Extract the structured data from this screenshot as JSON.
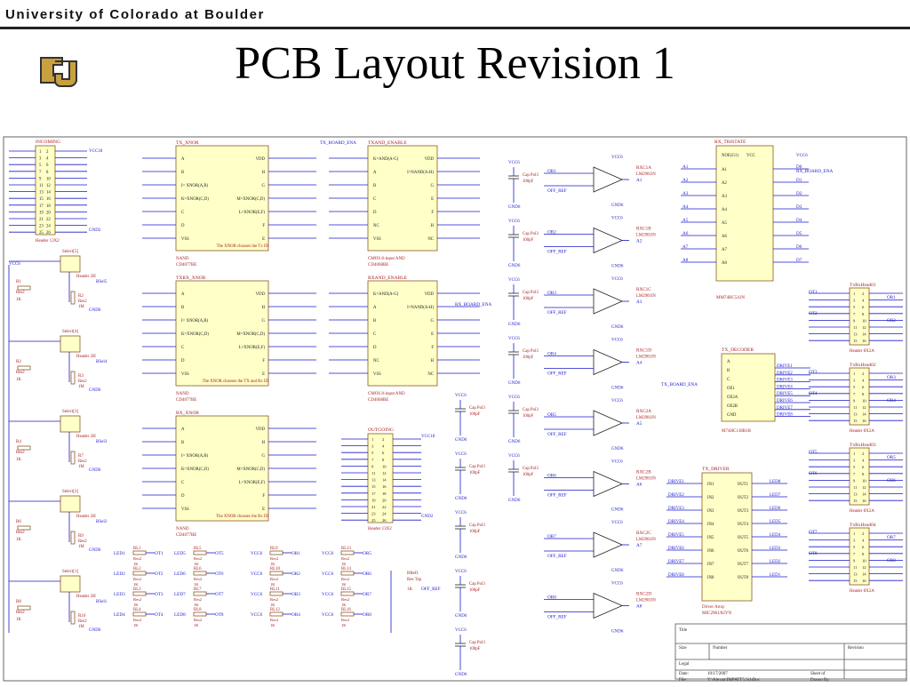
{
  "header": {
    "university": "University of Colorado at Boulder",
    "title": "PCB Layout Revision 1"
  },
  "colors": {
    "wire": "#1a1acc",
    "pin": "#222222",
    "text_red": "#aa2222",
    "part_fill": "#ffffc8",
    "logo_gold": "#c8a040"
  },
  "icons": {
    "logo": "cu-logo-icon"
  },
  "schematic": {
    "incoming": {
      "title": "INCOMING",
      "ref": "Header 13X2",
      "vcc": "VCC18",
      "gnd": "GND2",
      "pins_left": [
        "1",
        "3",
        "5",
        "7",
        "9",
        "11",
        "13",
        "15",
        "17",
        "19",
        "21",
        "23",
        "25"
      ],
      "pins_right": [
        "2",
        "4",
        "6",
        "8",
        "10",
        "12",
        "14",
        "16",
        "18",
        "20",
        "22",
        "24",
        "26"
      ]
    },
    "outgoing": {
      "title": "OUTGOING",
      "ref": "Header 13X2",
      "vcc": "VCC18",
      "gnd": "GND2"
    },
    "selects": [
      {
        "label": "Select[5]",
        "hdr": "Header 2H",
        "sig": "BSel5",
        "r1": "R1",
        "r2": "R2",
        "val": "Res2",
        "k": "1K",
        "m": "1M"
      },
      {
        "label": "Select[4]",
        "hdr": "Header 2H",
        "sig": "BSel4",
        "r1": "R2",
        "r2": "R3",
        "val": "Res2",
        "k": "1K",
        "m": "1M"
      },
      {
        "label": "Select[3]",
        "hdr": "Header 2H",
        "sig": "BSel3",
        "r1": "R4",
        "r2": "R7",
        "val": "Res2",
        "k": "1K",
        "m": "1M"
      },
      {
        "label": "Select[2]",
        "hdr": "Header 2H",
        "sig": "BSel2",
        "r1": "R6",
        "r2": "R9",
        "val": "Res2",
        "k": "1K",
        "m": "1M"
      },
      {
        "label": "Select[1]",
        "hdr": "Header 2H",
        "sig": "BSel1",
        "r1": "R8",
        "r2": "R10",
        "val": "Res2",
        "k": "1K",
        "m": "1M"
      }
    ],
    "xnor_blocks": [
      {
        "title": "TX_XNOR",
        "part": "NAND",
        "ref": "CD4077BE",
        "note": "The XNOR chooses the Tx ID"
      },
      {
        "title": "TXRX_XNOR",
        "part": "NAND",
        "ref": "CD4077BE",
        "note": "The XNOR chooses the TX and Rx ID"
      },
      {
        "title": "RX_XNOR",
        "part": "NAND",
        "ref": "CD4077BE",
        "note": "The XNOR chooses the Rx ID"
      }
    ],
    "and_blocks": [
      {
        "title": "TXAND_ENABLE",
        "part": "CMOS 8-input AND",
        "ref": "CD4068BE",
        "out": "TX_BOARD_ENA"
      },
      {
        "title": "RXAND_ENABLE",
        "part": "CMOS 8-input AND",
        "ref": "CD4068BE",
        "out": "RX_BOARD_ENA"
      }
    ],
    "comparators": [
      {
        "ref": "RXC1A",
        "part": "LM2901IN",
        "in": "OR1",
        "out": "A1"
      },
      {
        "ref": "RXC1B",
        "part": "LM2901IN",
        "in": "OR2",
        "out": "A2"
      },
      {
        "ref": "RXC1C",
        "part": "LM2901IN",
        "in": "OR3",
        "out": "A3"
      },
      {
        "ref": "RXC1D",
        "part": "LM2901IN",
        "in": "OR4",
        "out": "A4"
      },
      {
        "ref": "RXC2A",
        "part": "LM2901IN",
        "in": "OR5",
        "out": "A5"
      },
      {
        "ref": "RXC2B",
        "part": "LM2901IN",
        "in": "OR6",
        "out": "A6"
      },
      {
        "ref": "RXC2C",
        "part": "LM2901IN",
        "in": "OR7",
        "out": "A7"
      },
      {
        "ref": "RXC2D",
        "part": "LM2901IN",
        "in": "OR8",
        "out": "A8"
      }
    ],
    "offref": "OFF_REF",
    "vcc6": "VCC6",
    "gnd6": "GND6",
    "cap": {
      "type": "Cap Pol3",
      "value": "100pF"
    },
    "rx_tristate": {
      "title": "RX_TRISTATE",
      "ref": "MM74HC541N",
      "out": "RX_BOARD_ENA",
      "ins": [
        "A1",
        "A2",
        "A3",
        "A4",
        "A5",
        "A6",
        "A7",
        "A8"
      ],
      "outs": [
        "D0",
        "D1",
        "D2",
        "D3",
        "D4",
        "D5",
        "D6",
        "D7"
      ]
    },
    "tx_decoder": {
      "title": "TX_DECODER",
      "ref": "M74HC138B1R",
      "in": "TX_BOARD_ENA",
      "outs": [
        "DRIVE1",
        "DRIVE2",
        "DRIVE3",
        "DRIVE4",
        "DRIVE5",
        "DRIVE6",
        "DRIVE7",
        "DRIVE8"
      ]
    },
    "tx_driver": {
      "title": "TX_DRIVER",
      "ref": "MIC2981/82YN",
      "part": "Driver Array",
      "leds": [
        "LED8",
        "LED7",
        "LED6",
        "LED5",
        "LED4",
        "LED3",
        "LED2",
        "LED1"
      ]
    },
    "headers": [
      {
        "title": "TxRxHead01",
        "ref": "Header 8X2A",
        "sigs": [
          "OT1",
          "OT2",
          "OR1",
          "OR2"
        ]
      },
      {
        "title": "TxRxHead02",
        "ref": "Header 8X2A",
        "sigs": [
          "OT3",
          "OT4",
          "OR3",
          "OR4"
        ]
      },
      {
        "title": "TxRxHead03",
        "ref": "Header 8X2A",
        "sigs": [
          "OT5",
          "OT6",
          "OR5",
          "OR6"
        ]
      },
      {
        "title": "TxRxHead04",
        "ref": "Header 8X2A",
        "sigs": [
          "OT7",
          "OT8",
          "OR7",
          "OR8"
        ]
      }
    ],
    "led_rows": [
      [
        "LED1",
        "OT1",
        "LED5",
        "OT5",
        "VCC6",
        "OR1",
        "VCC6",
        "OR5"
      ],
      [
        "LED2",
        "OT2",
        "LED6",
        "OT6",
        "VCC6",
        "OR2",
        "VCC6",
        "OR6"
      ],
      [
        "LED3",
        "OT3",
        "LED7",
        "OT7",
        "VCC6",
        "OR3",
        "VCC6",
        "OR7"
      ],
      [
        "LED4",
        "OT4",
        "LED8",
        "OT8",
        "VCC6",
        "OR4",
        "VCC6",
        "OR8"
      ]
    ],
    "rref": {
      "ref": "RRef1",
      "part": "Res Tap",
      "val": "1K",
      "sig": "OFF_REF"
    },
    "title_block": {
      "title": "Title",
      "size": "Size",
      "number": "Number",
      "revision": "Revision",
      "legal": "Legal",
      "date_label": "Date:",
      "date": "10/17/2007",
      "file_label": "File:",
      "file": "Y:\\Alexan\\IMPATT5.SchDoc",
      "sheet": "Sheet of",
      "drawn": "Drawn By:"
    }
  }
}
